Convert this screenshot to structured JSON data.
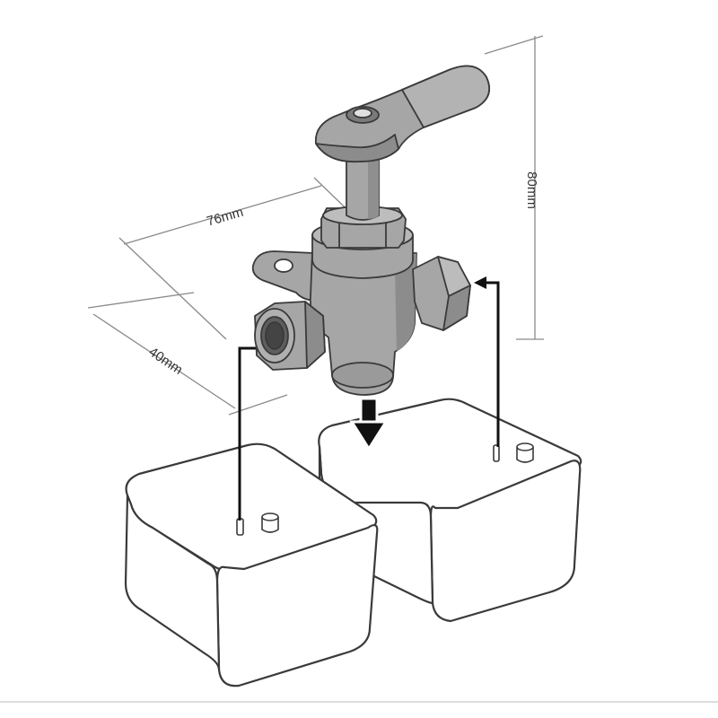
{
  "dimensions": {
    "width_label": "76mm",
    "depth_label": "40mm",
    "height_label": "80mm"
  },
  "colors": {
    "valve_body": "#a6a6a6",
    "valve_shade": "#8c8c8c",
    "valve_dark": "#6f6f6f",
    "outline": "#3a3a3a",
    "dimension_line": "#8a8a8a",
    "arrow": "#111111",
    "tank_fill": "#ffffff"
  },
  "icons": {
    "valve": "three-way-fuel-valve",
    "tank_left": "fuel-tank",
    "tank_right": "fuel-tank",
    "flow_out": "arrow-down-icon",
    "flow_in_left": "arrow-right-icon",
    "flow_in_right": "arrow-left-icon"
  }
}
